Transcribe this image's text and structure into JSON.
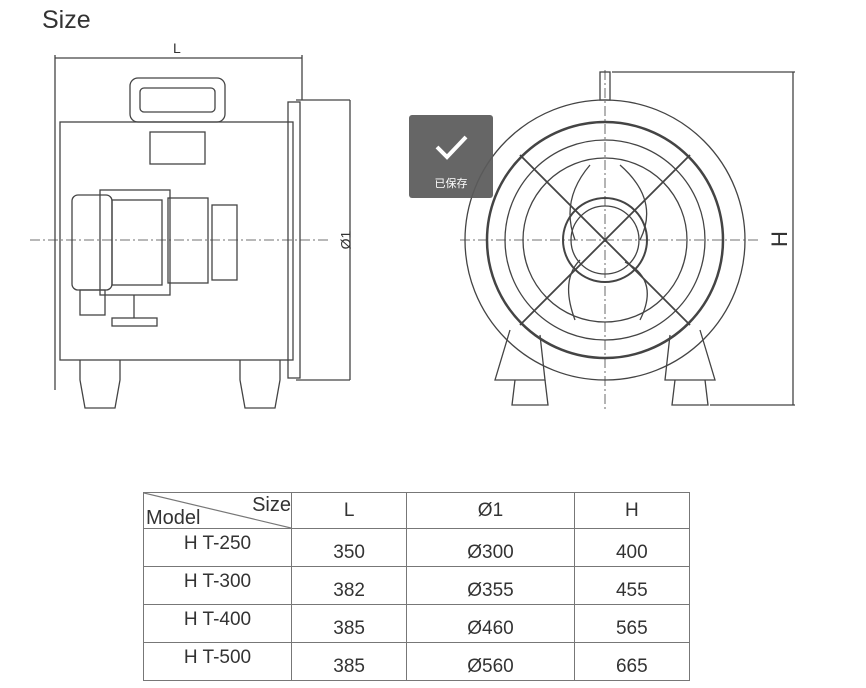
{
  "title": "Size",
  "drawing": {
    "length_label": "L",
    "diameter_label": "Ø1",
    "height_label": "H"
  },
  "saved_badge": {
    "icon": "check-icon",
    "label": "已保存"
  },
  "table": {
    "corner_col": "Size",
    "corner_row": "Model",
    "headers": [
      "L",
      "Ø1",
      "H"
    ],
    "rows": [
      {
        "model": "H T-250",
        "L": "350",
        "D": "Ø300",
        "H": "400"
      },
      {
        "model": "H T-300",
        "L": "382",
        "D": "Ø355",
        "H": "455"
      },
      {
        "model": "H T-400",
        "L": "385",
        "D": "Ø460",
        "H": "565"
      },
      {
        "model": "H T-500",
        "L": "385",
        "D": "Ø560",
        "H": "665"
      }
    ]
  }
}
